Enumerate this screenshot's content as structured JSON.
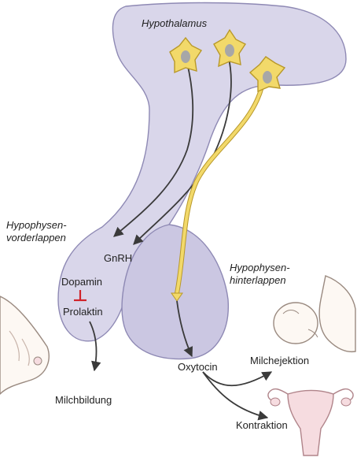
{
  "colors": {
    "gland_fill": "#d9d6ea",
    "gland_lobe_fill": "#cbc7e2",
    "gland_stroke": "#8e89b4",
    "neuron_fill": "#f2d96a",
    "neuron_stroke": "#b8982a",
    "nucleus_fill": "#a7a7a7",
    "arrow": "#3a3a3a",
    "inhibition": "#d0232a",
    "skin_stroke": "#9a8a80",
    "skin_fill": "#fdf8f3",
    "organ_fill": "#f6dce0",
    "organ_stroke": "#b0848a"
  },
  "labels": {
    "hypothalamus": "Hypothalamus",
    "vorderlappen_line1": "Hypophysen-",
    "vorderlappen_line2": "vorderlappen",
    "hinterlappen_line1": "Hypophysen-",
    "hinterlappen_line2": "hinterlappen",
    "gnrh": "GnRH",
    "dopamin": "Dopamin",
    "prolaktin": "Prolaktin",
    "milchbildung": "Milchbildung",
    "oxytocin": "Oxytocin",
    "milchejektion": "Milchejektion",
    "kontraktion": "Kontraktion"
  },
  "icons": {
    "neurons": [
      "neuron-icon",
      "neuron-icon",
      "neuron-icon"
    ],
    "breast": "breast-icon",
    "baby": "nursing-baby-icon",
    "uterus": "uterus-icon"
  }
}
